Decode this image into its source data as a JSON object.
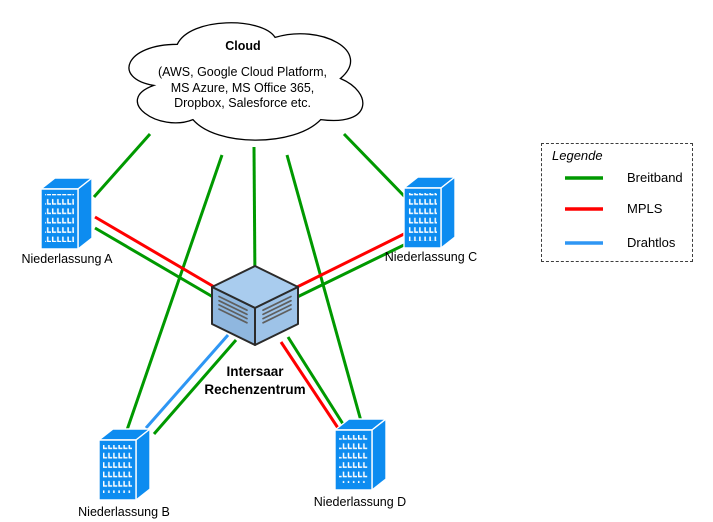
{
  "diagram": {
    "cloud": {
      "title": "Cloud",
      "lines": [
        "(AWS, Google Cloud Platform,",
        "MS Azure, MS Office 365,",
        "Dropbox, Salesforce etc."
      ]
    },
    "nodes": {
      "branch_a": "Niederlassung A",
      "branch_b": "Niederlassung B",
      "branch_c": "Niederlassung C",
      "branch_d": "Niederlassung D"
    },
    "datacenter": {
      "line1": "Intersaar",
      "line2": "Rechenzentrum"
    },
    "connections": [
      {
        "from": "Cloud",
        "to": "Niederlassung A",
        "type": "Breitband"
      },
      {
        "from": "Cloud",
        "to": "Niederlassung B",
        "type": "Breitband"
      },
      {
        "from": "Cloud",
        "to": "Niederlassung C",
        "type": "Breitband"
      },
      {
        "from": "Cloud",
        "to": "Niederlassung D",
        "type": "Breitband"
      },
      {
        "from": "Cloud",
        "to": "Intersaar Rechenzentrum",
        "type": "Breitband"
      },
      {
        "from": "Niederlassung A",
        "to": "Intersaar Rechenzentrum",
        "type": "MPLS"
      },
      {
        "from": "Niederlassung A",
        "to": "Intersaar Rechenzentrum",
        "type": "Breitband"
      },
      {
        "from": "Niederlassung B",
        "to": "Intersaar Rechenzentrum",
        "type": "Drahtlos"
      },
      {
        "from": "Niederlassung B",
        "to": "Intersaar Rechenzentrum",
        "type": "Breitband"
      },
      {
        "from": "Niederlassung C",
        "to": "Intersaar Rechenzentrum",
        "type": "MPLS"
      },
      {
        "from": "Niederlassung C",
        "to": "Intersaar Rechenzentrum",
        "type": "Breitband"
      },
      {
        "from": "Niederlassung D",
        "to": "Intersaar Rechenzentrum",
        "type": "MPLS"
      },
      {
        "from": "Niederlassung D",
        "to": "Intersaar Rechenzentrum",
        "type": "Breitband"
      }
    ]
  },
  "legend": {
    "title": "Legende",
    "items": [
      {
        "label": "Breitband",
        "color": "#009900"
      },
      {
        "label": "MPLS",
        "color": "#FF0000"
      },
      {
        "label": "Drahtlos",
        "color": "#2E96F4"
      }
    ]
  },
  "colors": {
    "breitband": "#009900",
    "mpls": "#FF0000",
    "drahtlos": "#2E96F4",
    "building": "#0D8CF0",
    "cube_top": "#A9CCEE",
    "cube_left": "#8FB7DF",
    "cube_right": "#9EC3E8"
  }
}
